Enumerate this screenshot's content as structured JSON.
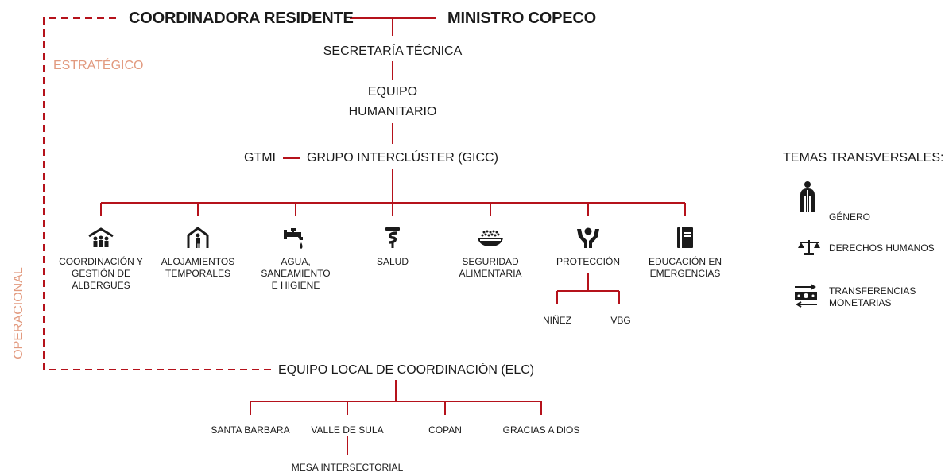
{
  "top": {
    "left": "COORDINADORA RESIDENTE",
    "right": "MINISTRO COPECO"
  },
  "side_labels": {
    "strategic": "ESTRATÉGICO",
    "operational": "OPERACIONAL"
  },
  "levels": {
    "secretaria": "SECRETARÍA TÉCNICA",
    "equipo_line1": "EQUIPO",
    "equipo_line2": "HUMANITARIO",
    "gtmi": "GTMI",
    "gicc": "GRUPO INTERCLÚSTER (GICC)"
  },
  "clusters": [
    {
      "label": "COORDINACIÓN Y\nGESTIÓN DE\nALBERGUES",
      "icon": "shelter-people-icon"
    },
    {
      "label": "ALOJAMIENTOS\nTEMPORALES",
      "icon": "house-person-icon"
    },
    {
      "label": "AGUA,\nSANEAMIENTO\nE HIGIENE",
      "icon": "water-tap-icon"
    },
    {
      "label": "SALUD",
      "icon": "health-icon"
    },
    {
      "label": "SEGURIDAD\nALIMENTARIA",
      "icon": "food-bowl-icon"
    },
    {
      "label": "PROTECCIÓN",
      "icon": "protection-hands-icon"
    },
    {
      "label": "EDUCACIÓN EN\nEMERGENCIAS",
      "icon": "book-icon"
    }
  ],
  "protection_sub": [
    "NIÑEZ",
    "VBG"
  ],
  "elc": "EQUIPO LOCAL DE COORDINACIÓN (ELC)",
  "locals": [
    "SANTA BARBARA",
    "VALLE DE SULA",
    "COPAN",
    "GRACIAS A DIOS"
  ],
  "mesa": "MESA INTERSECTORIAL",
  "transversal": {
    "title": "TEMAS TRANSVERSALES:",
    "items": [
      {
        "label": "GÉNERO",
        "icon": "gender-person-icon"
      },
      {
        "label": "DERECHOS HUMANOS",
        "icon": "scales-icon"
      },
      {
        "label": "TRANSFERENCIAS\nMONETARIAS",
        "icon": "money-transfer-icon"
      }
    ]
  },
  "colors": {
    "line": "#b5121b",
    "accent": "#e29a7f",
    "text": "#1a1a1a"
  }
}
